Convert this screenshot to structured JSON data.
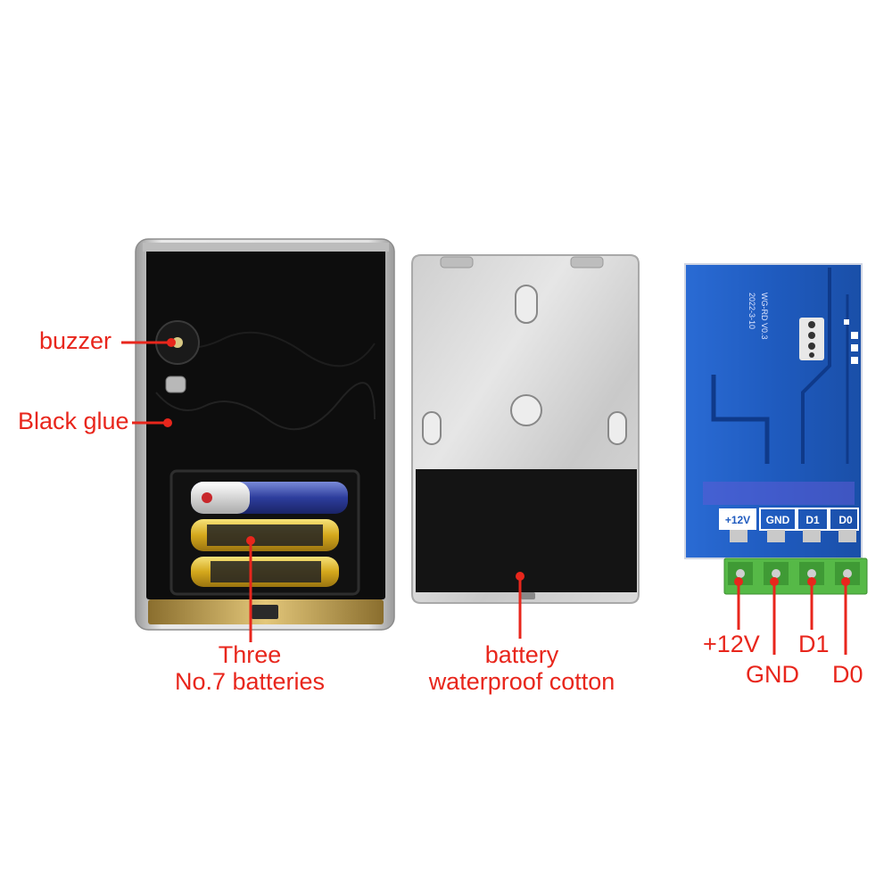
{
  "labels": {
    "buzzer": "buzzer",
    "black_glue": "Black glue",
    "batteries_line1": "Three",
    "batteries_line2": "No.7 batteries",
    "cotton_line1": "battery",
    "cotton_line2": "waterproof cotton",
    "pin_12v": "+12V",
    "pin_gnd": "GND",
    "pin_d1": "D1",
    "pin_d0": "D0"
  },
  "board": {
    "silk_12v": "+12V",
    "silk_gnd": "GND",
    "silk_d1": "D1",
    "silk_d0": "D0",
    "model_text": "WG-RD V0.3",
    "date_text": "2022-3-10"
  },
  "colors": {
    "annotation": "#e8261c",
    "pcb": "#1f5bbf",
    "terminal": "#56b947",
    "cotton": "#141414"
  }
}
